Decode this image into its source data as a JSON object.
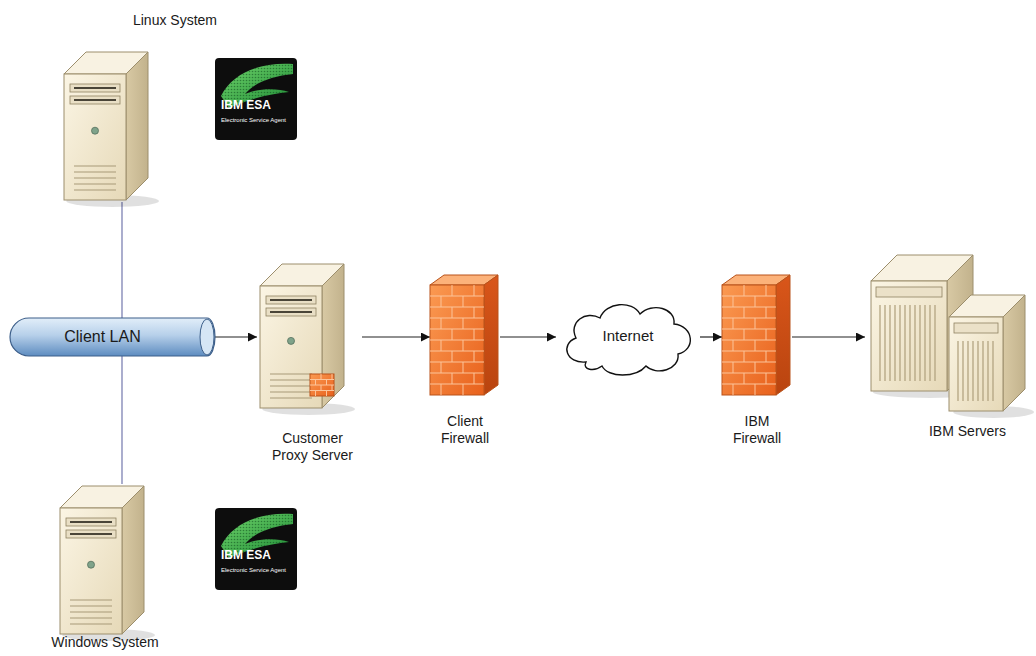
{
  "diagram": {
    "nodes": [
      {
        "text": [
          "Linux System"
        ]
      },
      {
        "text": [
          "Client LAN"
        ]
      },
      {
        "text": [
          "Windows System"
        ]
      },
      {
        "text": [
          "Customer Proxy Server"
        ]
      },
      {
        "text": [
          "Client Firewall"
        ]
      },
      {
        "text": [
          "Internet"
        ]
      },
      {
        "text": [
          "IBM Firewall"
        ]
      },
      {
        "text": [
          "IBM Servers"
        ]
      }
    ],
    "edges": [
      {
        "from": 0,
        "to": 1,
        "arrow": "none"
      },
      {
        "from": 2,
        "to": 1,
        "arrow": "none"
      },
      {
        "from": 1,
        "to": 3,
        "arrow": "to"
      },
      {
        "from": 3,
        "to": 4,
        "arrow": "to"
      },
      {
        "from": 4,
        "to": 5,
        "arrow": "to"
      },
      {
        "from": 5,
        "to": 6,
        "arrow": "to"
      },
      {
        "from": 6,
        "to": 7,
        "arrow": "to"
      }
    ],
    "labels": [
      "IBM ESA",
      "Electronic Service Agent",
      "IBM ESA",
      "Electronic Service Agent"
    ]
  }
}
